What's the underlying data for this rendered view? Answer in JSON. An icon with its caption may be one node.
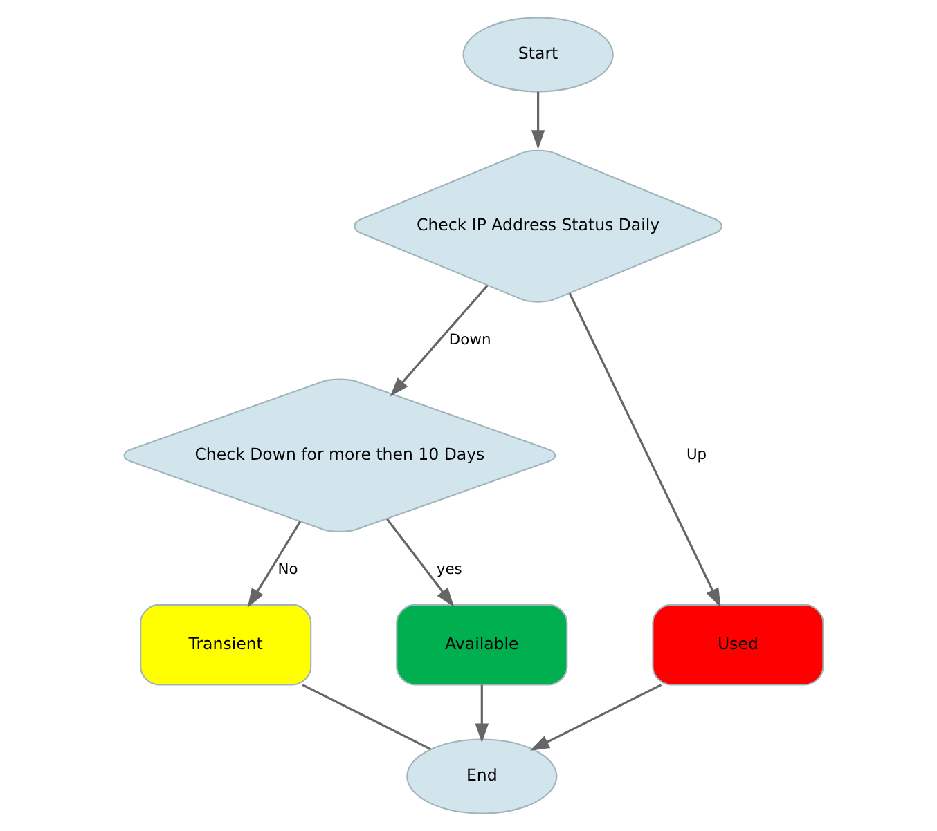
{
  "diagram": {
    "nodes": [
      {
        "text": [
          "Start"
        ]
      },
      {
        "text": [
          "Check IP Address Status Daily"
        ]
      },
      {
        "text": [
          "Check Down for more then 10 Days"
        ]
      },
      {
        "text": [
          "Used"
        ]
      },
      {
        "text": [
          "Transient"
        ]
      },
      {
        "text": [
          "Available"
        ]
      },
      {
        "text": [
          "End"
        ]
      }
    ],
    "edges": [
      {
        "from": 0,
        "to": 1,
        "arrow": "to"
      },
      {
        "from": 1,
        "to": 3,
        "arrow": "to",
        "label": "Up"
      },
      {
        "from": 1,
        "to": 2,
        "arrow": "to",
        "label": "Down"
      },
      {
        "from": 2,
        "to": 4,
        "arrow": "to",
        "label": "No"
      },
      {
        "from": 2,
        "to": 5,
        "arrow": "to",
        "label": "yes"
      },
      {
        "from": 3,
        "to": 6,
        "arrow": "to"
      },
      {
        "from": 4,
        "to": 6,
        "arrow": "none"
      },
      {
        "from": 5,
        "to": 6,
        "arrow": "to"
      }
    ]
  }
}
